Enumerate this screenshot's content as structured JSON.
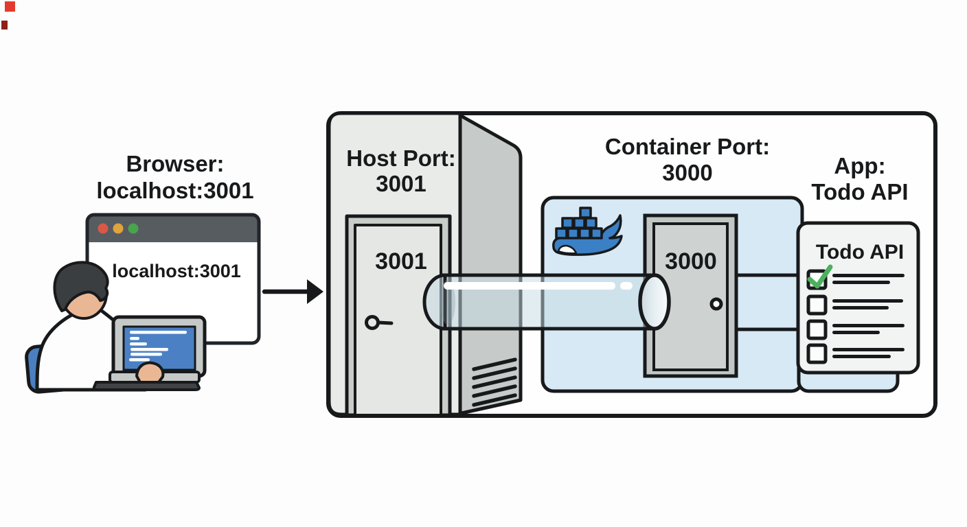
{
  "artifact_marks": {
    "primary_color": "#e23b2e",
    "secondary_color": "#8f2016"
  },
  "browser_panel": {
    "heading_line1": "Browser:",
    "heading_line2": "localhost:3001",
    "url_text": "localhost:3001",
    "titlebar_color": "#575c60",
    "traffic_lights": {
      "red": "#d95848",
      "yellow": "#e0a43c",
      "green": "#4aa34f"
    }
  },
  "host": {
    "heading_line1": "Host Port:",
    "heading_line2": "3001",
    "door_number": "3001",
    "tower_front_color": "#e9ebe8",
    "tower_side_color": "#c6cac9"
  },
  "container": {
    "heading_line1": "Container Port:",
    "heading_line2": "3000",
    "door_number": "3000",
    "fill_color": "#d7e9f5",
    "docker_blue": "#3b7fc4"
  },
  "app": {
    "heading_line1": "App:",
    "heading_line2": "Todo API",
    "card_title": "Todo API",
    "card_color": "#f1f4f2",
    "check_color": "#4db05e",
    "checklist": [
      {
        "checked": true
      },
      {
        "checked": false
      },
      {
        "checked": false
      },
      {
        "checked": false
      }
    ]
  },
  "pipe": {
    "highlight_color": "#ffffff"
  },
  "outline_color": "#17191b"
}
